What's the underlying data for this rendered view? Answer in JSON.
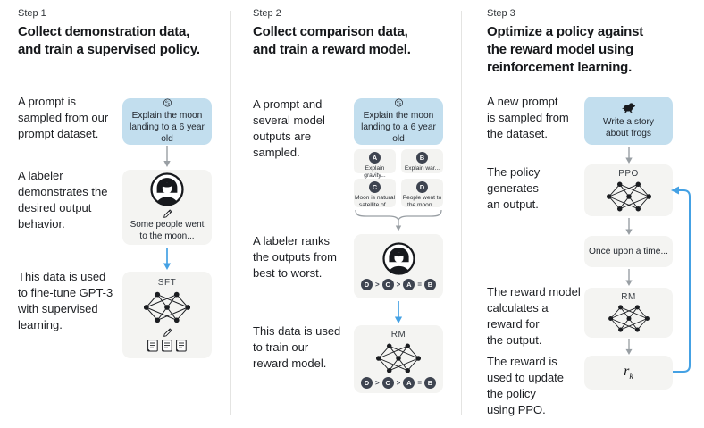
{
  "colors": {
    "prompt_box": "#c2deee",
    "panel_gray": "#f4f4f2",
    "badge_dark": "#3e4450",
    "arrow_blue": "#44a1e4",
    "arrow_gray": "#999fa4",
    "divider": "#e4e4e2",
    "text": "#1d1f23"
  },
  "icons": {
    "step1_prompt": "moon-icon",
    "step2_prompt": "moon-icon",
    "step3_prompt": "frog-icon",
    "labeler": "labeler-avatar-icon",
    "annotate": "pencil-icon",
    "documents": "documents-icon",
    "model": "neural-network-icon",
    "loop": "feedback-loop-arrow"
  },
  "columns": [
    {
      "step": "Step 1",
      "heading": [
        "Collect demonstration data,",
        "and train a supervised policy."
      ],
      "body1": [
        "A prompt is",
        "sampled from our",
        "prompt dataset."
      ],
      "body2": [
        "A labeler",
        "demonstrates the",
        "desired output",
        "behavior."
      ],
      "body3": [
        "This data is used",
        "to fine-tune GPT-3",
        "with supervised",
        "learning."
      ],
      "prompt_lines": [
        "Explain the moon",
        "landing to a 6 year old"
      ],
      "labeler_lines": [
        "Some people went",
        "to the moon..."
      ],
      "model_label": "SFT"
    },
    {
      "step": "Step 2",
      "heading": [
        "Collect comparison data,",
        "and train a reward model."
      ],
      "body1": [
        "A prompt and",
        "several model",
        "outputs are",
        "sampled."
      ],
      "body2": [
        "A labeler ranks",
        "the outputs from",
        "best to worst."
      ],
      "body3": [
        "This data is used",
        "to train our",
        "reward model."
      ],
      "prompt_lines": [
        "Explain the moon",
        "landing to a 6 year old"
      ],
      "outputs": [
        {
          "id": "A",
          "caption": [
            "Explain gravity..."
          ]
        },
        {
          "id": "B",
          "caption": [
            "Explain war..."
          ]
        },
        {
          "id": "C",
          "caption": [
            "Moon is natural",
            "satellite of..."
          ]
        },
        {
          "id": "D",
          "caption": [
            "People went to",
            "the moon..."
          ]
        }
      ],
      "ranking": {
        "tokens": [
          "D",
          ">",
          "C",
          ">",
          "A",
          "=",
          "B"
        ]
      },
      "model_label": "RM"
    },
    {
      "step": "Step 3",
      "heading": [
        "Optimize a policy against",
        "the reward model using",
        "reinforcement learning."
      ],
      "body1": [
        "A new prompt",
        "is sampled from",
        "the dataset."
      ],
      "body2": [
        "The policy",
        "generates",
        "an output."
      ],
      "body3": [
        "The reward model",
        "calculates a",
        "reward for",
        "the output."
      ],
      "body4": [
        "The reward is",
        "used to update",
        "the policy",
        "using PPO."
      ],
      "prompt_lines": [
        "Write a story",
        "about frogs"
      ],
      "policy_label": "PPO",
      "output_text": "Once upon a time...",
      "rm_label": "RM",
      "reward_label": "r",
      "reward_sub": "k"
    }
  ]
}
